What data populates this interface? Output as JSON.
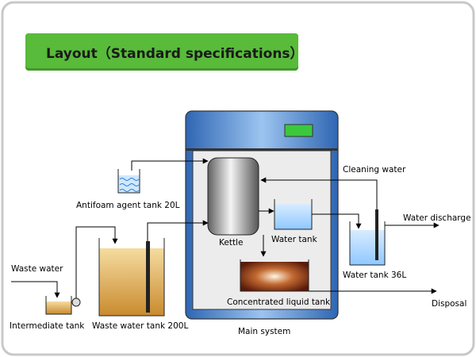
{
  "title": "Layout（Standard specifications）",
  "colors": {
    "banner": "#4caf32",
    "banner_text": "#1a1a1a",
    "frame": "#c8c8c8",
    "cabinet_blue": "#5a8fd0",
    "display": "#3cc83c",
    "water": "#8fc8ff",
    "waste_liquid": "#d8a447",
    "concentrate": "#7a2a10"
  },
  "labels": {
    "antifoam_tank": "Antifoam agent tank 20L",
    "kettle": "Kettle",
    "water_tank": "Water tank",
    "cleaning_water": "Cleaning water",
    "water_discharge": "Water discharge",
    "water_tank_36": "Water tank 36L",
    "waste_water": "Waste water",
    "intermediate_tank": "Intermediate tank",
    "waste_water_tank": "Waste water tank 200L",
    "concentrated_tank": "Concentrated liquid tank",
    "disposal": "Disposal",
    "main_system": "Main system"
  }
}
